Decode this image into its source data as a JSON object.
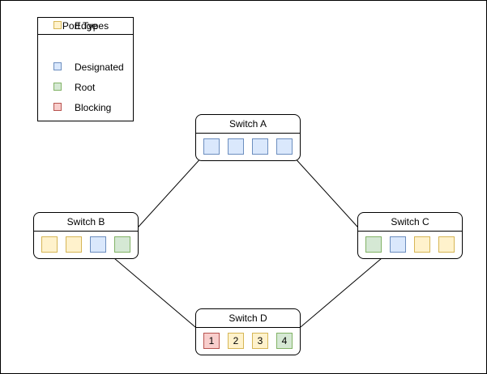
{
  "legend": {
    "title": "Port Types",
    "items": [
      {
        "type": "designated",
        "label": "Designated"
      },
      {
        "type": "root",
        "label": "Root"
      },
      {
        "type": "blocking",
        "label": "Blocking"
      },
      {
        "type": "edge",
        "label": "Edge"
      }
    ]
  },
  "port_colors": {
    "designated": {
      "fill": "#dae8fc",
      "stroke": "#6c8ebf"
    },
    "root": {
      "fill": "#d5e8d4",
      "stroke": "#82b366"
    },
    "blocking": {
      "fill": "#f8cecc",
      "stroke": "#b85450"
    },
    "edge": {
      "fill": "#fff2cc",
      "stroke": "#d6b656"
    }
  },
  "switches": [
    {
      "id": "A",
      "title": "Switch A",
      "ports": [
        {
          "type": "designated",
          "label": ""
        },
        {
          "type": "designated",
          "label": ""
        },
        {
          "type": "designated",
          "label": ""
        },
        {
          "type": "designated",
          "label": ""
        }
      ]
    },
    {
      "id": "B",
      "title": "Switch B",
      "ports": [
        {
          "type": "edge",
          "label": ""
        },
        {
          "type": "edge",
          "label": ""
        },
        {
          "type": "designated",
          "label": ""
        },
        {
          "type": "root",
          "label": ""
        }
      ]
    },
    {
      "id": "C",
      "title": "Switch C",
      "ports": [
        {
          "type": "root",
          "label": ""
        },
        {
          "type": "designated",
          "label": ""
        },
        {
          "type": "edge",
          "label": ""
        },
        {
          "type": "edge",
          "label": ""
        }
      ]
    },
    {
      "id": "D",
      "title": "Switch D",
      "ports": [
        {
          "type": "blocking",
          "label": "1"
        },
        {
          "type": "edge",
          "label": "2"
        },
        {
          "type": "edge",
          "label": "3"
        },
        {
          "type": "root",
          "label": "4"
        }
      ]
    }
  ],
  "links": [
    {
      "from": "A",
      "from_port": 0,
      "to": "B",
      "to_port": 3
    },
    {
      "from": "A",
      "from_port": 3,
      "to": "C",
      "to_port": 0
    },
    {
      "from": "B",
      "from_port": 2,
      "to": "D",
      "to_port": 0
    },
    {
      "from": "C",
      "from_port": 1,
      "to": "D",
      "to_port": 3
    }
  ]
}
